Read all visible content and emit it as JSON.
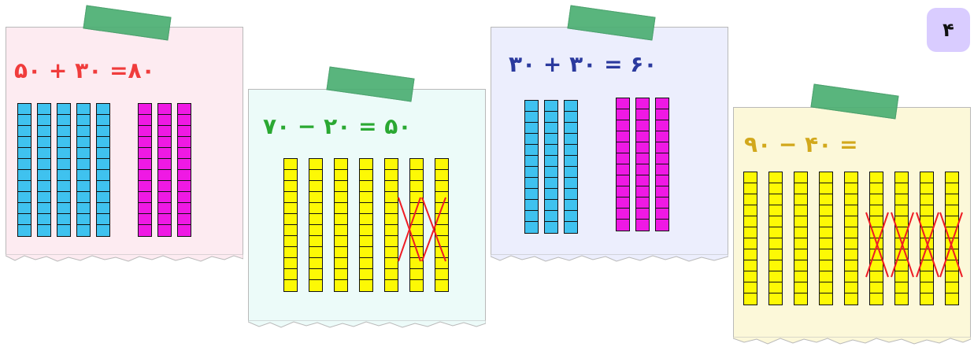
{
  "page_number": "۴",
  "cards": [
    {
      "equation": "۵۰ + ۳۰ =۸۰",
      "color": "#f03c3c",
      "bg": "#fdebf1",
      "rod_groups": [
        {
          "count": 5,
          "color": "#3fc2ef"
        },
        {
          "count": 3,
          "color": "#ef19e4"
        }
      ],
      "crossed": 0
    },
    {
      "equation": "۷۰ − ۲۰ = ۵۰",
      "color": "#2aa832",
      "bg": "#ecfbf9",
      "rod_groups": [
        {
          "count": 7,
          "color": "#fdf905"
        }
      ],
      "crossed": 2
    },
    {
      "equation": "۳۰ + ۳۰ = ۶۰",
      "color": "#2b3a9e",
      "bg": "#eceefd",
      "rod_groups": [
        {
          "count": 3,
          "color": "#3fc2ef"
        },
        {
          "count": 3,
          "color": "#ef19e4"
        }
      ],
      "crossed": 0
    },
    {
      "equation": "۹۰ − ۴۰ =",
      "color": "#d2a81c",
      "bg": "#fcf8d9",
      "rod_groups": [
        {
          "count": 9,
          "color": "#fdf905"
        }
      ],
      "crossed": 4
    }
  ]
}
